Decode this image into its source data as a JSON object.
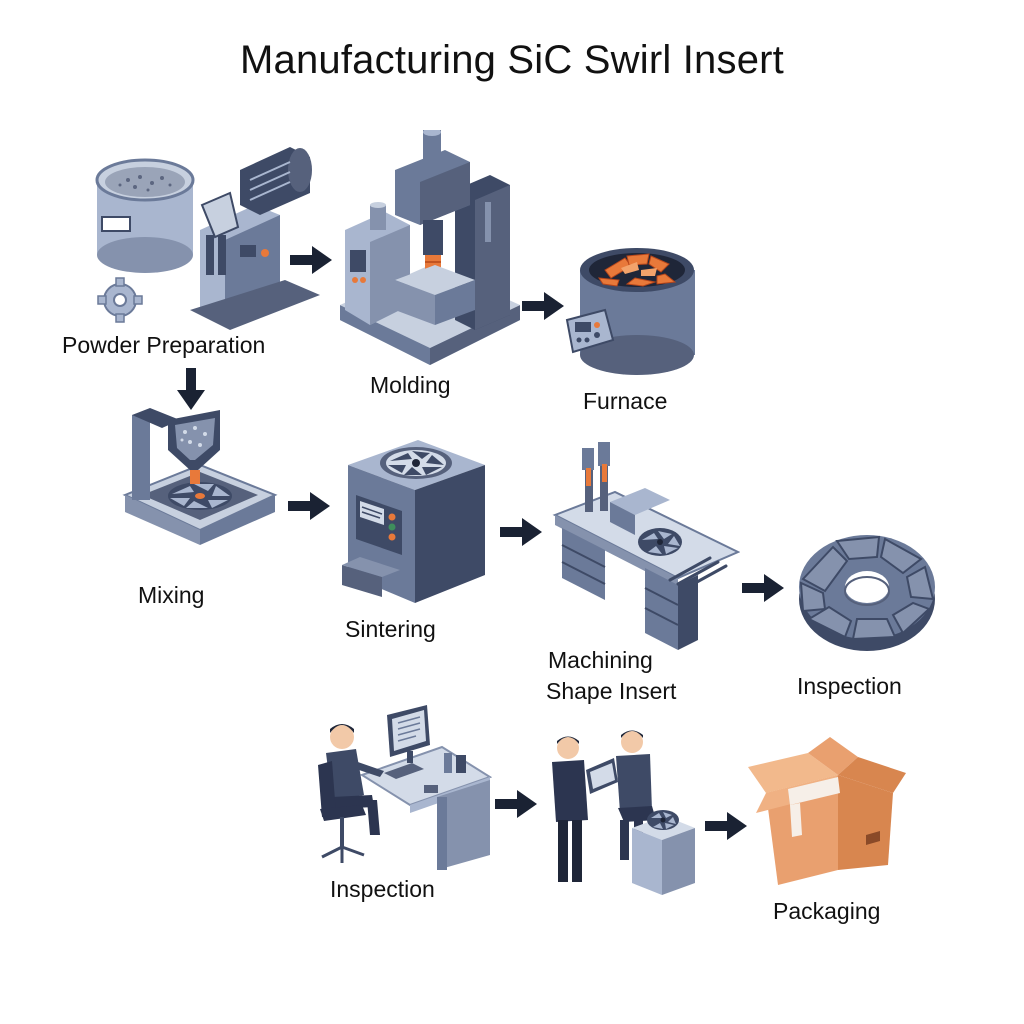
{
  "title": "Manufacturing SiC Swirl Insert",
  "colors": {
    "machine_dark": "#3e4a66",
    "machine_mid": "#6b7a99",
    "machine_light": "#a9b6cf",
    "machine_pale": "#d3dbe8",
    "accent_orange": "#e8793a",
    "box_tan": "#e9a06f",
    "arrow": "#1a2233"
  },
  "steps": [
    {
      "id": "powder",
      "label": "Powder Preparation",
      "icon": "mill-grinder-icon"
    },
    {
      "id": "molding",
      "label": "Molding",
      "icon": "press-machine-icon"
    },
    {
      "id": "furnace",
      "label": "Furnace",
      "icon": "furnace-icon"
    },
    {
      "id": "mixing",
      "label": "Mixing",
      "icon": "mixer-icon"
    },
    {
      "id": "sintering",
      "label": "Sintering",
      "icon": "sintering-cabinet-icon"
    },
    {
      "id": "machining",
      "label_line1": "Machining",
      "label_line2": "Shape Insert",
      "icon": "workbench-icon"
    },
    {
      "id": "inspection_part",
      "label": "Inspection",
      "icon": "swirl-insert-icon"
    },
    {
      "id": "inspection_desk",
      "label": "Inspection",
      "icon": "computer-desk-icon"
    },
    {
      "id": "inspection_team",
      "icon": "inspectors-icon"
    },
    {
      "id": "packaging",
      "label": "Packaging",
      "icon": "cardboard-box-icon"
    }
  ],
  "arrows": [
    {
      "from": "powder",
      "to": "molding",
      "direction": "right"
    },
    {
      "from": "molding",
      "to": "furnace",
      "direction": "right"
    },
    {
      "from": "powder",
      "to": "mixing",
      "direction": "down"
    },
    {
      "from": "mixing",
      "to": "sintering",
      "direction": "right"
    },
    {
      "from": "sintering",
      "to": "machining",
      "direction": "right"
    },
    {
      "from": "machining",
      "to": "inspection_part",
      "direction": "right"
    },
    {
      "from": "inspection_desk",
      "to": "inspection_team",
      "direction": "right"
    },
    {
      "from": "inspection_team",
      "to": "packaging",
      "direction": "right"
    }
  ]
}
